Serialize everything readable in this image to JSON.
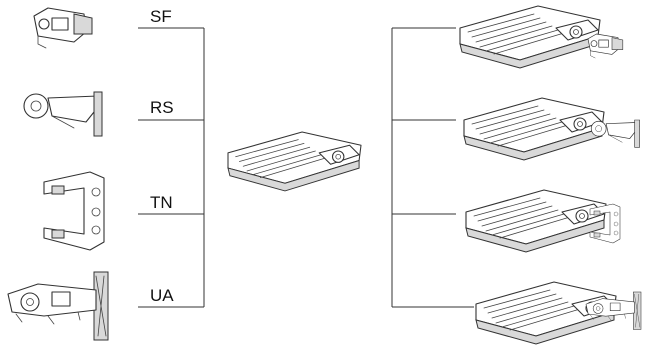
{
  "mounts": [
    {
      "code": "SF",
      "icon": "slip-fitter-mount-icon"
    },
    {
      "code": "RS",
      "icon": "round-pole-mount-icon"
    },
    {
      "code": "TN",
      "icon": "trunnion-mount-icon"
    },
    {
      "code": "UA",
      "icon": "universal-arm-mount-icon"
    }
  ],
  "center_fixture": {
    "icon": "led-area-light-fixture-icon"
  },
  "outputs": [
    {
      "icon": "fixture-with-slip-fitter-icon"
    },
    {
      "icon": "fixture-with-round-pole-mount-icon"
    },
    {
      "icon": "fixture-with-trunnion-icon"
    },
    {
      "icon": "fixture-with-universal-arm-icon"
    }
  ]
}
